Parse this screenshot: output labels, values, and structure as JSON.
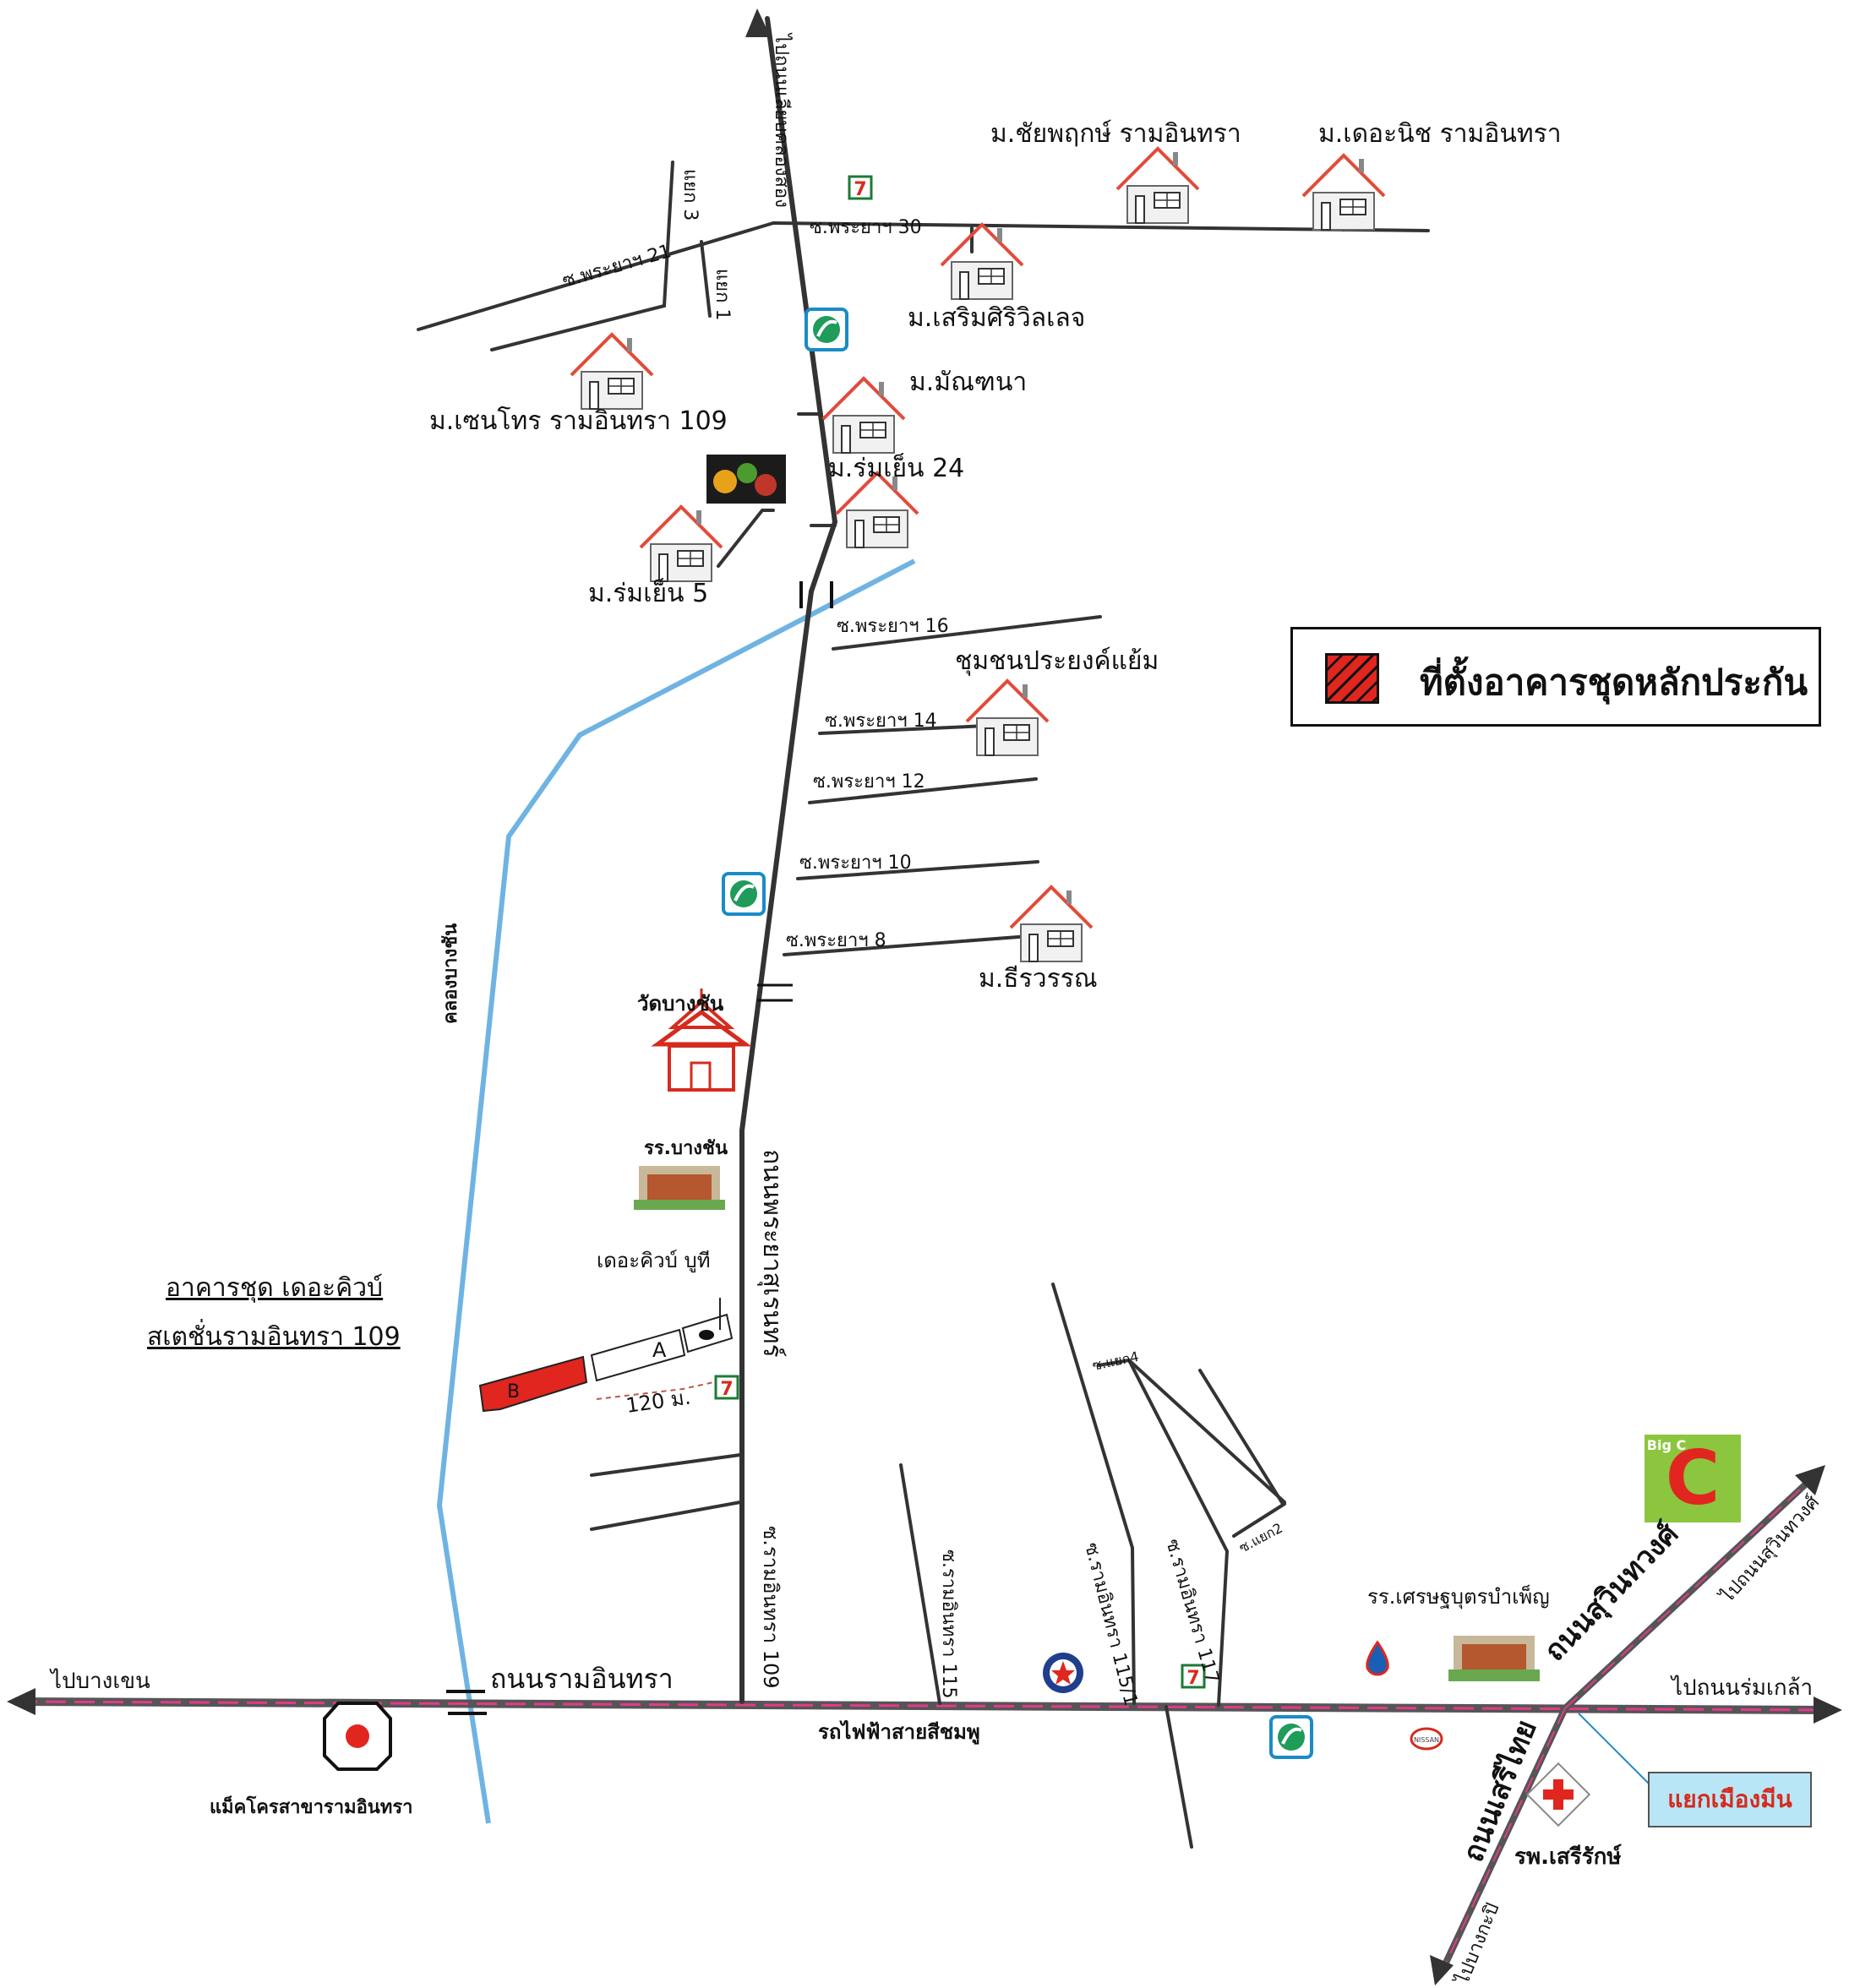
{
  "legend": {
    "label": "ที่ตั้งอาคารชุดหลักประกัน",
    "swatch_color": "#e0261f"
  },
  "project": {
    "line1": "อาคารชุด เดอะคิวบ์",
    "line2": "สเตชั่นรามอินทรา 109",
    "building_a": "A",
    "building_b": "B",
    "distance": "120 ม.",
    "booth": "เดอะคิวบ์ บูที"
  },
  "roads": {
    "main_road": "ถนนรามอินทรา",
    "to_bangkhen": "ไปบางเขน",
    "to_romklao": "ไปถนนร่มเกล้า",
    "soi_109": "ซ.รามอินทรา 109",
    "soi_115": "ซ.รามอินทรา 115",
    "soi_115_1": "ซ.รามอินทรา 115/1",
    "soi_117": "ซ.รามอินทรา 117",
    "to_north": "ไปถนนเลียบคลองสอง",
    "phrayasuren": "ถนนพระยาสุเรนทร์",
    "suwinthawong": "ถนนสุวินทวงศ์",
    "to_suwinthawong": "ไปถนนสุวินทวงศ์",
    "serithai": "ถนนเสรีไทย",
    "to_bangkapi": "ไปบางกะปิ",
    "soi_30": "ซ.พระยาฯ 30",
    "soi_21": "ซ.พระยาฯ 21",
    "yaek_3": "แยก 3",
    "yaek_1": "แยก 1",
    "soi_16": "ซ.พระยาฯ 16",
    "soi_14": "ซ.พระยาฯ 14",
    "soi_12": "ซ.พระยาฯ 12",
    "soi_10": "ซ.พระยาฯ 10",
    "soi_8": "ซ.พระยาฯ 8",
    "yaek_4": "ซ.แยก4",
    "yaek_2": "ซ.แยก2",
    "canal": "คลองบางชัน",
    "skytrain": "รถไฟฟ้าสายสีชมพู"
  },
  "villages": {
    "chaiyaphruek": "ม.ชัยพฤกษ์ รามอินทรา",
    "theniche": "ม.เดอะนิช รามอินทรา",
    "soemsiri": "ม.เสริมศิริวิลเลจ",
    "senthorn": "ม.เซนโทร รามอินทรา 109",
    "manthana": "ม.มัณฑนา",
    "romyen24": "ม.ร่มเย็น 24",
    "romyen5": "ม.ร่มเย็น 5",
    "prayongyaem": "ชุมชนประยงค์แย้ม",
    "thirawan": "ม.ธีรวรรณ"
  },
  "landmarks": {
    "temple": "วัดบางชัน",
    "school_bangchan": "รร.บางชัน",
    "makro": "แม็คโครสาขารามอินทรา",
    "school_setthabut": "รร.เศรษฐบุตรบำเพ็ญ",
    "hospital": "รพ.เสรีรักษ์",
    "junction": "แยกเมืองมีน",
    "bigc": "Big C",
    "nissan": "NISSAN",
    "seven": "7"
  },
  "colors": {
    "canal": "#6fb3e3",
    "road": "#333333",
    "skytrain": "#e23b8a",
    "label_red": "#d52b1e",
    "roof": "#e24b3a"
  }
}
